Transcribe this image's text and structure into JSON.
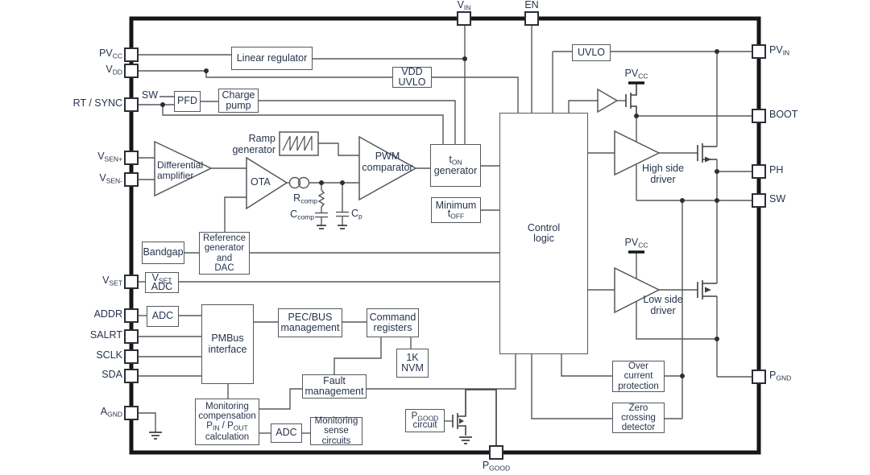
{
  "title": "DC-DC controller functional block diagram",
  "colors": {
    "wire": "#55585c",
    "text": "#26334d",
    "border": "#141619"
  },
  "pins": {
    "vin": {
      "t": "V",
      "sub": "IN"
    },
    "en": {
      "t": "EN"
    },
    "pvcc": {
      "t": "PV",
      "sub": "CC"
    },
    "vdd": {
      "t": "V",
      "sub": "DD"
    },
    "rt_sync": {
      "t": "RT / SYNC"
    },
    "vsen_p": {
      "t": "V",
      "sub": "SEN+"
    },
    "vsen_m": {
      "t": "V",
      "sub": "SEN-"
    },
    "vset": {
      "t": "V",
      "sub": "SET"
    },
    "addr": {
      "t": "ADDR"
    },
    "salrt": {
      "t": "SALRT"
    },
    "sclk": {
      "t": "SCLK"
    },
    "sda": {
      "t": "SDA"
    },
    "agnd": {
      "t": "A",
      "sub": "GND"
    },
    "pvin": {
      "t": "PV",
      "sub": "IN"
    },
    "boot": {
      "t": "BOOT"
    },
    "ph": {
      "t": "PH"
    },
    "sw": {
      "t": "SW"
    },
    "pgnd": {
      "t": "P",
      "sub": "GND"
    },
    "pgood": {
      "t": "P",
      "sub": "GOOD"
    }
  },
  "blocks": {
    "linear_regulator": "Linear regulator",
    "pfd": "PFD",
    "charge_pump": "Charge\npump",
    "vdd_uvlo": "VDD\nUVLO",
    "ramp_generator": "Ramp\ngenerator",
    "diff_amp": "Differential\namplifier",
    "ota": "OTA",
    "pwm_comparator": "PWM\ncomparator",
    "ton_generator": {
      "t": "t",
      "sub": "ON",
      "line2": "generator"
    },
    "min_toff": {
      "line1": "Minimum",
      "t": "t",
      "sub": "OFF"
    },
    "control_logic": "Control\nlogic",
    "uvlo": "UVLO",
    "high_side_driver": "High side\ndriver",
    "low_side_driver": "Low side\ndriver",
    "bandgap": "Bandgap",
    "ref_dac": "Reference\ngenerator\nand\nDAC",
    "vset_adc": {
      "t": "V",
      "sub": "SET",
      "line2": "ADC"
    },
    "adc1": "ADC",
    "pmbus": "PMBus\ninterface",
    "pec_bus": "PEC/BUS\nmanagement",
    "command_registers": "Command\nregisters",
    "nvm": "1K\nNVM",
    "fault_management": "Fault\nmanagement",
    "monitoring_calc": {
      "l1": "Monitoring",
      "l2": "compensation",
      "p1": "P",
      "p1s": "IN",
      "sep": " / ",
      "p2": "P",
      "p2s": "OUT",
      "l4": "calculation"
    },
    "adc2": "ADC",
    "monitoring_sense": "Monitoring\nsense\ncircuits",
    "pgood_circuit": {
      "t": "P",
      "sub": "GOOD",
      "line2": "circuit"
    },
    "ocp": "Over\ncurrent\nprotection",
    "zcd": "Zero\ncrossing\ndetector"
  },
  "net_labels": {
    "sw_input": "SW",
    "pvcc_hs": {
      "t": "PV",
      "sub": "CC"
    },
    "pvcc_ls": {
      "t": "PV",
      "sub": "CC"
    },
    "rcomp": {
      "t": "R",
      "sub": "comp"
    },
    "ccomp": {
      "t": "C",
      "sub": "comp"
    },
    "cp": {
      "t": "C",
      "sub": "p"
    }
  }
}
